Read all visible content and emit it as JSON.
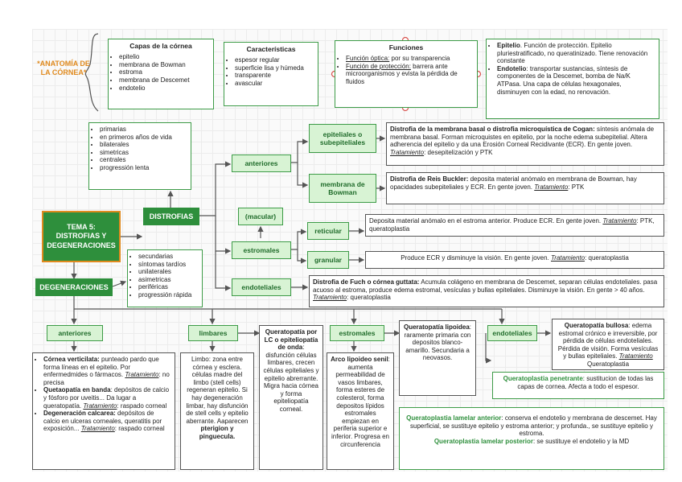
{
  "anatomia": {
    "label": "*ANATOMÍA DE LA CÓRNEA*"
  },
  "capas": {
    "title": "Capas de la córnea",
    "items": [
      "epitelio",
      "membrana de Bowman",
      "estroma",
      "membrana de Descemet",
      "endotelio"
    ]
  },
  "caracteristicas": {
    "title": "Características",
    "items": [
      "espesor regular",
      "superficie lisa y húmeda",
      "transparente",
      "avascular"
    ]
  },
  "funciones": {
    "title": "Funciones",
    "f1_key": "Función óptica:",
    "f1_val": " por su transparencia",
    "f2_key": "Función de protección:",
    "f2_val": " barrera ante microorganismos y evista la pérdida de fluidos"
  },
  "epi_endo": {
    "epi_key": "Epitelio",
    "epi_val": ". Función de protección. Epitelio pluriestratificado, no queratinizado. Tiene renovación constante",
    "endo_key": "Endotelio",
    "endo_val": ": transportar sustancias, síntesis de componentes de la Descemet, bomba de Na/K ATPasa. Una  capa de células hexagonales, disminuyen con la edad, no  renovación."
  },
  "distrofias_traits": {
    "items": [
      "primarias",
      "en primeros años de vida",
      "bilaterales",
      "simetricas",
      "centrales",
      "progressión lenta"
    ]
  },
  "tema": {
    "label": "TEMA 5: DISTROFIAS Y DEGENERACIONES"
  },
  "distrofias": {
    "label": "DISTROFIAS"
  },
  "degeneraciones": {
    "label": "DEGENERACIONES"
  },
  "degen_traits": {
    "items": [
      "secundarias",
      "síntomas tardíos",
      "unilaterales",
      "asimetricas",
      "periféricas",
      "progressión rápida"
    ]
  },
  "d_anteriores": {
    "label": "anteriores"
  },
  "d_estromales": {
    "label": "estromales"
  },
  "d_endoteliales": {
    "label": "endoteliales"
  },
  "macular": {
    "label": "(macular)"
  },
  "epiteliales_sub": {
    "label": "epiteliales o subepiteliales"
  },
  "membrana_bowman": {
    "label": "membrana de Bowman"
  },
  "reticular": {
    "label": "reticular"
  },
  "granular": {
    "label": "granular"
  },
  "cogan": {
    "key": "Distrofia de la membrana basal o distrofia microquística de Cogan:",
    "text": " síntesis anómala de membrana basal. Forman microquistes en epitelio, por la noche edema subepitelial. Altera adherencia del epitelio y da una Erosión Corneal Recidivante (ECR). En gente joven. ",
    "trat": "Tratamiento",
    "trat_val": ": desepitelización y PTK"
  },
  "reis": {
    "key": "Distrofia de Reis Buckler:",
    "text": " deposita material anómalo en membrana de Bowman, hay opacidades subepiteliales y ECR. En gente joven. ",
    "trat": "Tratamiento",
    "trat_val": ": PTK"
  },
  "reticular_desc": {
    "text": "Deposita material anómalo en el estroma anterior. Produce ECR. En gente joven. ",
    "trat": "Tratamiento",
    "trat_val": ": PTK, queratoplastia"
  },
  "granular_desc": {
    "text": "Produce ECR y disminuye la visión. En gente joven. ",
    "trat": "Tratamiento",
    "trat_val": ": queratoplastia"
  },
  "fuch": {
    "key": "Distrofia  de Fuch o córnea guttata:",
    "text": " Acumula colágeno en membrana de Descemet, separan células endoteliales. pasa acuoso al estroma, produce edema estromal, vesículas y bullas epiteliales. Disminuye la visión. En gente > 40 años. ",
    "trat": "Tratamiento",
    "trat_val": ": queratoplastia"
  },
  "g_anteriores": {
    "label": "anteriores"
  },
  "g_limbares": {
    "label": "limbares"
  },
  "g_estromales": {
    "label": "estromales"
  },
  "g_endoteliales": {
    "label": "endoteliales"
  },
  "ant_desc": {
    "k1": "Córnea verticilata:",
    "v1": " punteado pardo que forma líneas en el epitelio. Por enfermedmides o fármacos. ",
    "t1": "Tratamiento",
    "tv1": ": no precisa",
    "k2": "Quetaopatía en banda",
    "v2": ": depósitos de calcio y fósforo por uveitis... Da lugar a queratopatía. ",
    "t2": "Tratamiento",
    "tv2": ": raspado corneal",
    "k3": "Degeneración calcarea:",
    "v3": "  depósitos de calcio en ulceras corneales, queratitis por exposición... ",
    "t3": "Tratamiento",
    "tv3": ": raspado corneal"
  },
  "limbo_desc": {
    "text": "Limbo: zona entre córnea y esclera. células madre del limbo (stell cells) regeneran epitelio. Si hay degeneración limbar, hay disfunción de stell cells y epitelio aberrante. Aaparecen ",
    "key": "pterigion y pinguecula."
  },
  "lc_desc": {
    "key": "Queratopatía por LC o epiteliopatía de onda",
    "text": ": disfunción células limbares, crecen células epiteliales y epitelio abrerrante. Migra hacia córnea y forma epiteliopatía corneal."
  },
  "lipoidea": {
    "key": "Queratopatía lipoidea",
    "text": ": raramente primaria con depositos blanco-amarillo. Secundaria a neovasos."
  },
  "arco": {
    "key": "Arco lipoideo senil",
    "text": ": aumenta permeabilidad de vasos limbares, forma esteres de colesterol, forma depositos lípidos estromales empiezan en periferia superior e inferior. Progresa en circunferencia"
  },
  "bullosa": {
    "key": "Queratopatía bullosa",
    "text": ": edema estromal crónico e irreversible, por pérdida de células endoteliales. Pérdida de visión. Forma vesículas y bullas epiteliales. ",
    "trat": "Tratamiento",
    "trat_val": " Queratoplastia"
  },
  "penetrante": {
    "key": "Queratoplastia penetrante",
    "text": ": sustitucion de todas las capas de cornea. Afecta a todo el espesor."
  },
  "lamelar": {
    "k1": "Queratoplastia lamelar anterior",
    "v1": ": conserva el endotelio y membrana de descemet.  Hay superficial, se sustituye epitelio y estroma anterior; y profunda., se sustituye epitelio y estroma.",
    "k2": "Queratoplastia lamelar posterior",
    "v2": ": se sustituye el endotelio y la MD"
  },
  "colors": {
    "green": "#2e8f3c",
    "light_green": "#d8f3d4",
    "red": "#d9534f"
  }
}
